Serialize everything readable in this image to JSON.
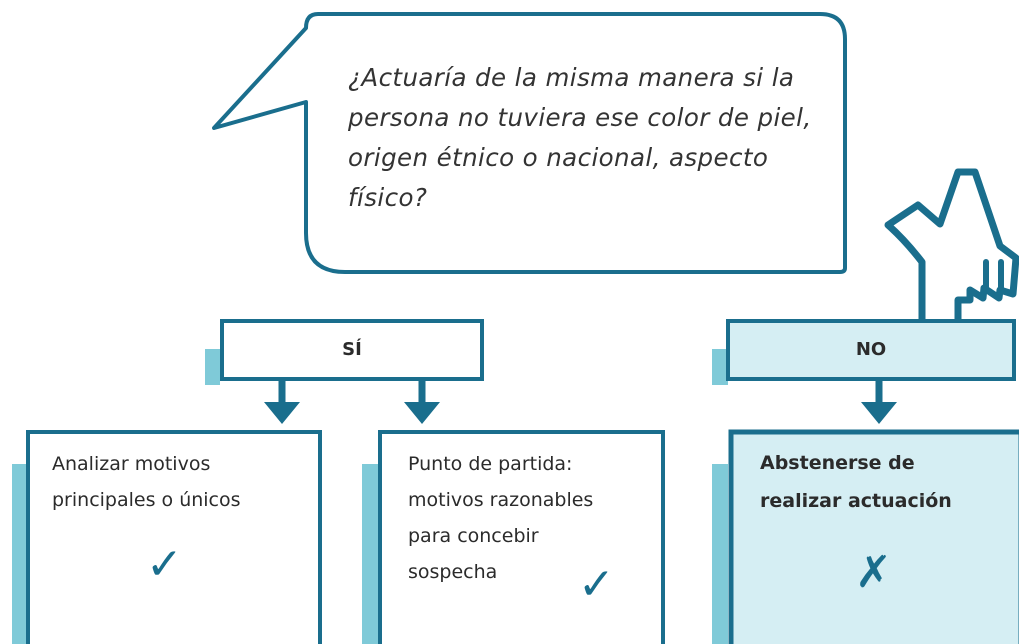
{
  "question": {
    "line1": "¿Actuaría de la misma manera si la",
    "line2": "persona no tuviera ese color de piel,",
    "line3": "origen étnico o nacional, aspecto",
    "line4": "físico?"
  },
  "branches": {
    "yes_label": "SÍ",
    "no_label": "NO"
  },
  "boxes": {
    "analyze": {
      "line1": "Analizar motivos",
      "line2": "principales o únicos",
      "mark": "✓"
    },
    "starting_point": {
      "line1": "Punto de partida:",
      "line2": "motivos razonables",
      "line3": "para concebir",
      "line4": "sospecha",
      "mark": "✓"
    },
    "abstain": {
      "line1": "Abstenerse de",
      "line2": "realizar actuación",
      "mark": "✗"
    }
  },
  "colors": {
    "teal_dark": "#1a6e8d",
    "teal_light": "#7fcad8",
    "teal_fill": "#d5eef3",
    "white": "#ffffff"
  },
  "icons": {
    "pointer": "pointing-hand-icon"
  }
}
